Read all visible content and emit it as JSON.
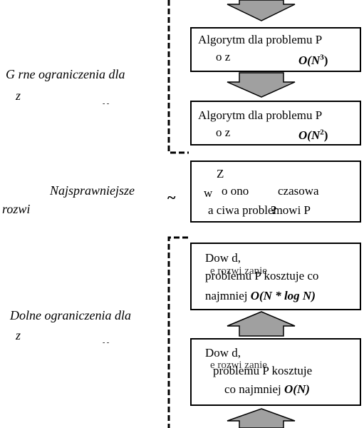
{
  "diagram": {
    "box1": {
      "line1": "Algorytm dla problemu P",
      "line2_left": "o z",
      "complexity": "O(N",
      "exponent": "3",
      "close": ")"
    },
    "box2": {
      "line1": "Algorytm dla problemu P",
      "line2_left": "o z",
      "complexity": "O(N",
      "exponent": "2",
      "close": ")"
    },
    "box3": {
      "line1": "Z",
      "line2a": "w",
      "line2b": "o ono",
      "line2c": "czasowa",
      "line3": "a ciwa problemowi P",
      "question": "?"
    },
    "box4": {
      "line1": "Dow d,",
      "overlay": "e rozwi zanie",
      "line2": "problemu P kosztuje co",
      "line3_prefix": "najmniej ",
      "complexity": "O(N * log N)"
    },
    "box5": {
      "line1": "Dow d,",
      "overlay": "e rozwi zanie",
      "line2": "problemu P kosztuje",
      "line3_prefix": "co najmniej ",
      "complexity": "O(N)"
    },
    "labels": {
      "upper_line1": "G rne ograniczenia dla",
      "upper_line2": "z",
      "upper_marks": "- -",
      "middle_line1": "Najsprawniejsze",
      "middle_line2": "rozwi",
      "tilde": "~",
      "lower_line1": "Dolne ograniczenia dla",
      "lower_line2": "z",
      "lower_marks": "- -"
    }
  }
}
